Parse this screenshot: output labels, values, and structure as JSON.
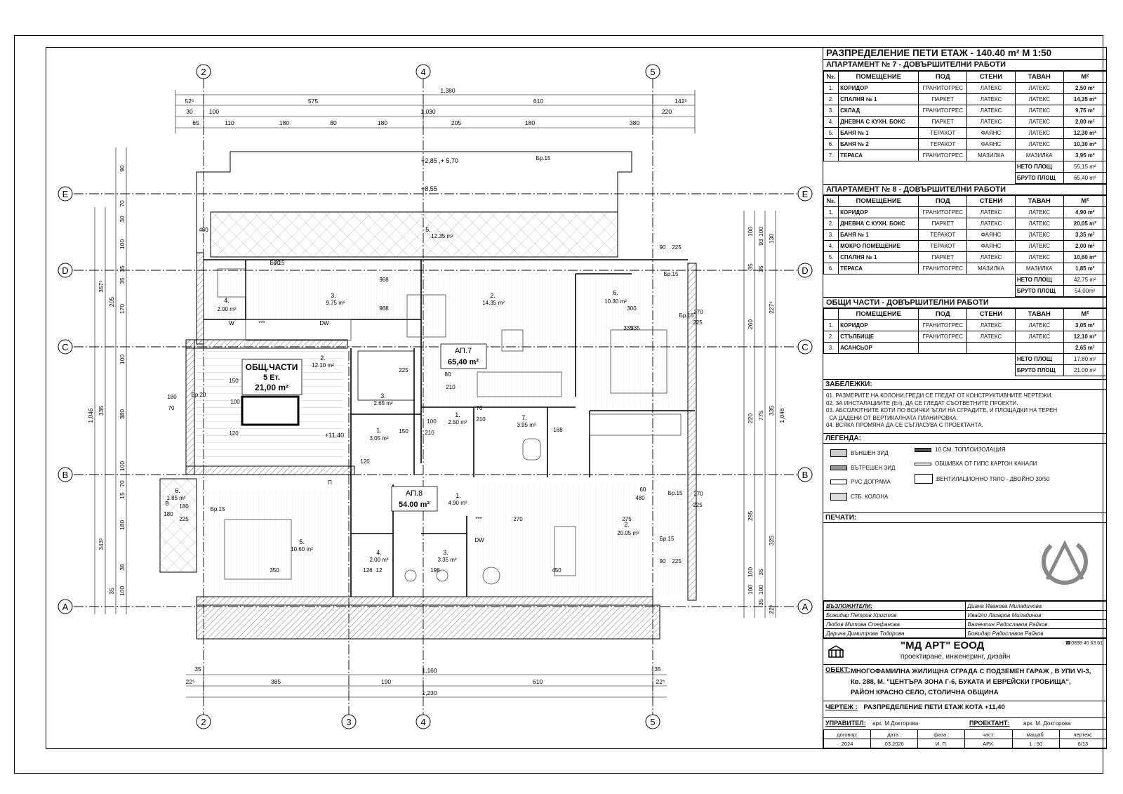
{
  "plan": {
    "axes": {
      "columns": [
        "2",
        "3",
        "4",
        "5"
      ],
      "rows": [
        "E",
        "D",
        "C",
        "B",
        "A"
      ]
    },
    "dims_top": {
      "overall": "1,380",
      "row1": [
        "52⁵",
        "575",
        "610",
        "142⁵"
      ],
      "row2": [
        "30",
        "100",
        "1,030",
        "220"
      ],
      "row3": [
        "65",
        "110",
        "180",
        "80",
        "180",
        "205",
        "180",
        "380"
      ]
    },
    "dims_bottom": {
      "row1": "1,160",
      "row2": [
        "22⁵",
        "385",
        "190",
        "610",
        "22⁵"
      ],
      "overall": "1,230",
      "marks": [
        "35",
        "35"
      ]
    },
    "dims_left": {
      "overall": "1,046",
      "row1": [
        "357⁵",
        "335",
        "343⁵"
      ],
      "row2": [
        "90",
        "70",
        "30",
        "100",
        "35",
        "205",
        "35",
        "170",
        "100",
        "380",
        "100",
        "70",
        "15",
        "180",
        "36",
        "100",
        "35"
      ]
    },
    "dims_right": {
      "overall": "1,046",
      "row1": [
        "227⁵",
        "335",
        "325"
      ],
      "row2": [
        "260",
        "220",
        "775",
        "295",
        "100",
        "22⁵"
      ],
      "row3": [
        "100",
        "35",
        "100",
        "93",
        "130",
        "35",
        "35",
        "100",
        "100",
        "35"
      ]
    },
    "levels": [
      "+2,85 ,+ 5,70",
      "+8,55",
      "+11,40"
    ],
    "rooms": [
      {
        "num": "5.",
        "area": "12.35 m²"
      },
      {
        "num": "4.",
        "area": "2.00 m²"
      },
      {
        "num": "3.",
        "area": "9.75 m²"
      },
      {
        "num": "2.",
        "area": "14.35 m²"
      },
      {
        "num": "6.",
        "area": "10.30 m²"
      },
      {
        "num": "2.",
        "area": "12.10 m²"
      },
      {
        "num": "3.",
        "area": "2.65 m²"
      },
      {
        "num": "1.",
        "area": "3.05 m²"
      },
      {
        "num": "1.",
        "area": "2.50 m²"
      },
      {
        "num": "7.",
        "area": "3.95 m²"
      },
      {
        "num": "6.",
        "area": "1.85 m²"
      },
      {
        "num": "5.",
        "area": "10.60 m²"
      },
      {
        "num": "4.",
        "area": "2.00 m²"
      },
      {
        "num": "3.",
        "area": "3.35 m²"
      },
      {
        "num": "1.",
        "area": "4.90 m²"
      },
      {
        "num": "2.",
        "area": "20.05 m²"
      }
    ],
    "labels": {
      "common_title": "ОБЩ.ЧАСТИ",
      "common_floor": "5 Ет.",
      "common_area": "21,00 m²",
      "ap7_title": "АП.7",
      "ap7_area": "65,40 m²",
      "ap8_title": "АП.8",
      "ap8_area": "54.00 m²"
    },
    "annotations": [
      "Бр.15",
      "968",
      "968",
      "300",
      "335",
      "335",
      "180",
      "70",
      "270",
      "225",
      "270",
      "225",
      "90",
      "225",
      "90",
      "225",
      "80",
      "210",
      "100",
      "210",
      "70",
      "210",
      "168",
      "180",
      "225",
      "350",
      "126",
      "12",
      "198",
      "450",
      "270",
      "275",
      "W",
      "DW",
      "DW",
      "***",
      "***",
      "Бр.20",
      "Бр.15",
      "Бр.15",
      "Бр.15",
      "Бр.15",
      "Бр.15",
      "Бр.15",
      "60",
      "480",
      "480",
      "П",
      "В",
      "180",
      "225",
      "150",
      "150",
      "120",
      "120",
      "100",
      "70"
    ]
  },
  "panel": {
    "title": "РАЗПРЕДЕЛЕНИЕ ПЕТИ ЕТАЖ - 140.40 m² М 1:50",
    "apt7": {
      "heading": "АПАРТАМЕНТ № 7 - ДОВЪРШИТЕЛНИ РАБОТИ",
      "cols": [
        "№.",
        "ПОМЕЩЕНИЕ",
        "ПОД",
        "СТЕНИ",
        "ТАВАН",
        "M²"
      ],
      "rows": [
        [
          "1.",
          "КОРИДОР",
          "ГРАНИТОГРЕС",
          "ЛАТЕКС",
          "ЛАТЕКС",
          "2,50 m²"
        ],
        [
          "2.",
          "СПАЛНЯ № 1",
          "ПАРКЕТ",
          "ЛАТЕКС",
          "ЛАТЕКС",
          "14,35 m²"
        ],
        [
          "3.",
          "СКЛАД",
          "ГРАНИТОГРЕС",
          "ЛАТЕКС",
          "ЛАТЕКС",
          "9,75 m²"
        ],
        [
          "4.",
          "ДНЕВНА С КУХН. БОКС",
          "ПАРКЕТ",
          "ЛАТЕКС",
          "ЛАТЕКС",
          "2,00 m²"
        ],
        [
          "5.",
          "БАНЯ № 1",
          "ТЕРАКОТ",
          "ФАЯНС",
          "ЛАТЕКС",
          "12,30 m²"
        ],
        [
          "6.",
          "БАНЯ № 2",
          "ТЕРАКОТ",
          "ФАЯНС",
          "ЛАТЕКС",
          "10,30 m²"
        ],
        [
          "7.",
          "ТЕРАСА",
          "ГРАНИТОГРЕС",
          "МАЗИЛКА",
          "МАЗИЛКА",
          "3,95 m²"
        ]
      ],
      "net_label": "НЕТО ПЛОЩ",
      "net": "55,15 m²",
      "gross_label": "БРУТО ПЛОЩ",
      "gross": "65,40 m²"
    },
    "apt8": {
      "heading": "АПАРТАМЕНТ № 8 - ДОВЪРШИТЕЛНИ РАБОТИ",
      "cols": [
        "№.",
        "ПОМЕЩЕНИЕ",
        "ПОД",
        "СТЕНИ",
        "ТАВАН",
        "M²"
      ],
      "rows": [
        [
          "1.",
          "КОРИДОР",
          "ГРАНИТОГРЕС",
          "ЛАТЕКС",
          "ЛАТЕКС",
          "4,90 m²"
        ],
        [
          "2.",
          "ДНЕВНА С КУХН. БОКС",
          "ПАРКЕТ",
          "ЛАТЕКС",
          "ЛАТЕКС",
          "20,05 m²"
        ],
        [
          "3.",
          "БАНЯ № 1",
          "ТЕРАКОТ",
          "ФАЯНС",
          "ЛАТЕКС",
          "3,35 m²"
        ],
        [
          "4.",
          "МОКРО ПОМЕЩЕНИЕ",
          "ТЕРАКОТ",
          "ФАЯНС",
          "ЛАТЕКС",
          "2,00 m²"
        ],
        [
          "5.",
          "СПАЛНЯ № 1",
          "ПАРКЕТ",
          "ЛАТЕКС",
          "ЛАТЕКС",
          "10,60 m²"
        ],
        [
          "6.",
          "ТЕРАСА",
          "ГРАНИТОГРЕС",
          "МАЗИЛКА",
          "МАЗИЛКА",
          "1,85 m²"
        ]
      ],
      "net_label": "НЕТО ПЛОЩ",
      "net": "42,75 m²",
      "gross_label": "БРУТО ПЛОЩ",
      "gross": "54,00m²"
    },
    "common": {
      "heading": "ОБЩИ ЧАСТИ - ДОВЪРШИТЕЛНИ РАБОТИ",
      "cols": [
        "",
        "ПОМЕЩЕНИЕ",
        "ПОД",
        "СТЕНИ",
        "ТАВАН",
        "M²"
      ],
      "rows": [
        [
          "1.",
          "КОРИДОР",
          "ГРАНИТОГРЕС",
          "ЛАТЕКС",
          "ЛАТЕКС",
          "3,05 m²"
        ],
        [
          "2.",
          "СТЪЛБИЩЕ",
          "ГРАНИТОГРЕС",
          "ЛАТЕКС",
          "ЛАТЕКС",
          "12,10 m²"
        ],
        [
          "3.",
          "АСАНСЬОР",
          "",
          "",
          "",
          "2,65 m²"
        ]
      ],
      "net_label": "НЕТО ПЛОЩ",
      "net": "17,80 m²",
      "gross_label": "БРУТО ПЛОЩ",
      "gross": "21.00 m²"
    },
    "notes_heading": "ЗАБЕЛЕЖКИ:",
    "notes": [
      "01. РАЗМЕРИТЕ НА КОЛОНИ,ГРЕДИ СЕ ГЛЕДАТ ОТ КОНСТРУКТИВНИТЕ ЧЕРТЕЖИ.",
      "02. ЗА ИНСТАЛАЦИИТЕ (Ел), ДА СЕ ГЛЕДАТ СЪОТВЕТНИТЕ ПРОЕКТИ.",
      "03. АБСОЛЮТНИТЕ КОТИ ПО ВСИЧКИ ЪГЛИ НА СГРАДИТЕ, И ПЛОЩАДКИ НА ТЕРЕН",
      "  СА ДАДЕНИ ОТ ВЕРТИКАЛНАТА ПЛАНИРОВКА.",
      "04. ВСЯКА ПРОМЯНА ДА СЕ СЪГЛАСУВА С ПРОЕКТАНТА."
    ],
    "legend_heading": "ЛЕГЕНДА:",
    "legend": {
      "outer_wall": "ВЪНШЕН ЗИД",
      "inner_wall": "ВЪТРЕШЕН ЗИД",
      "pvc": "PVC ДОГРАМА",
      "column": "СТБ. КОЛОНА",
      "insulation": "10 СМ. ТОПЛОИЗОЛАЦИЯ",
      "gypsum": "ОБШИВКА ОТ ГИПС КАРТОН КАНАЛИ",
      "vent": "ВЕНТИЛАЦИОННО ТЯЛО - ДВОЙНО 30/50"
    },
    "seals_heading": "ПЕЧАТИ:",
    "authors_heading": "ВЪЗЛОЖИТЕЛИ:",
    "authors": [
      [
        "",
        "Диана Иванова Миладинова"
      ],
      [
        "Божидар Петров Христов",
        "Ивайло Лазаров Миладинов"
      ],
      [
        "Любов Митова Стефанова",
        "Валентин Радославов Райков"
      ],
      [
        "Дарина Димитрова Тодорова",
        "Божидар Радославов Райков"
      ]
    ],
    "firm_name": "\"МД АРТ\" ЕООД",
    "firm_sub": "проектиране, инженеринг, дизайн",
    "firm_phone": "☎0898 40 63 61",
    "object_label": "ОБЕКТ:",
    "object_lines": [
      "МНОГОФАМИЛНА ЖИЛИЩНА СГРАДА С ПОДЗЕМЕН ГАРАЖ , В УПИ VI-3,",
      "Кв. 288, М. \"ЦЕНТЪРА ЗОНА Г-6, БУКАТА И ЕВРЕЙСКИ ГРОБИЩА\",",
      "РАЙОН КРАСНО СЕЛО, СТОЛИЧНА ОБЩИНА"
    ],
    "drawing_label": "ЧЕРТЕЖ :",
    "drawing": "РАЗПРЕДЕЛЕНИЕ ПЕТИ ЕТАЖ КОТА +11,40",
    "manager_label": "УПРАВИТЕЛ:",
    "manager": "арх. М.Доктoрова",
    "designer_label": "ПРОЕКТАНТ:",
    "designer": "арх. М. Доктoрова",
    "meta_head": [
      "договор:",
      "дата :",
      "фаза :",
      "част:",
      "мащаб:",
      "чертеж:"
    ],
    "meta_vals": [
      "2024",
      "03.2026",
      "И. П.",
      "АРХ.",
      "1 : 50",
      "6/13"
    ]
  }
}
